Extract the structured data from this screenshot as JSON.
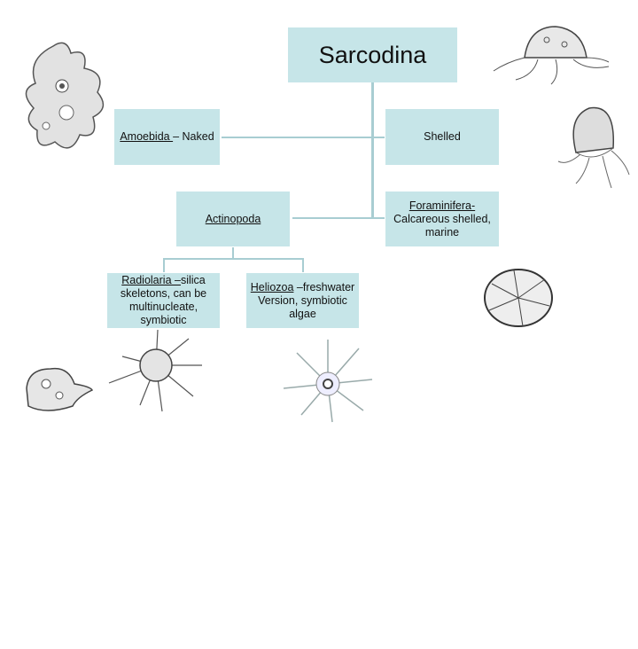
{
  "root": {
    "title": "Sarcodina"
  },
  "nodes": {
    "amoebida": {
      "name": "Amoebida ",
      "desc": "– Naked"
    },
    "shelled": {
      "name": "Shelled"
    },
    "actinopoda": {
      "name": "Actinopoda"
    },
    "foraminifera": {
      "name": "Foraminifera-",
      "desc": "Calcareous shelled, marine"
    },
    "radiolaria": {
      "name": "Radiolaria –",
      "desc": "silica skeletons, can be multinucleate, symbiotic"
    },
    "heliozoa": {
      "name": "Heliozoa",
      "desc": " –freshwater Version, symbiotic algae"
    }
  },
  "colors": {
    "box": "#c6e5e8",
    "line": "#a8cdd2"
  }
}
